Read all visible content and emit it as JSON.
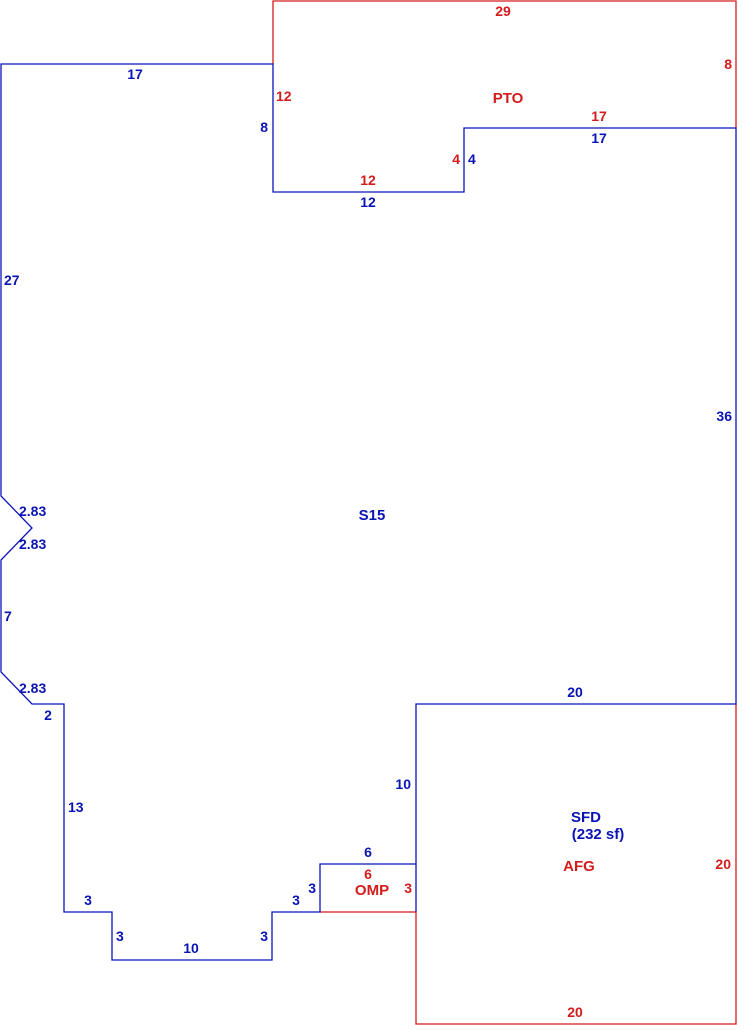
{
  "colors": {
    "blue": "#0a14b4",
    "red": "#d41c1c",
    "background": "#ffffff"
  },
  "areas": {
    "main": "S15",
    "garage_code": "SFD",
    "garage_size": "(232 sf)",
    "garage_label": "AFG",
    "patio": "PTO",
    "porch": "OMP"
  },
  "main_dims": {
    "top_left": "17",
    "left_upper": "27",
    "bay_upper": "2.83",
    "bay_lower": "2.83",
    "left_mid": "7",
    "angle_lower": "2.83",
    "jog": "2",
    "left_lower": "13",
    "step_left_top": "3",
    "step_left_side": "3",
    "bottom": "10",
    "step_right_side": "3",
    "step_right_top": "3",
    "porch_side": "3",
    "porch_top": "6",
    "garage_side": "10",
    "garage_top": "20",
    "right": "36",
    "notch_top": "17",
    "notch_side": "4",
    "notch_bottom": "12",
    "notch_left": "8"
  },
  "red_dims": {
    "patio_top": "29",
    "patio_right": "8",
    "patio_left": "12",
    "patio_bottom_right": "17",
    "patio_step": "4",
    "patio_bottom_left": "12",
    "porch_top": "6",
    "porch_side": "3",
    "garage_right": "20",
    "garage_bottom": "20"
  }
}
